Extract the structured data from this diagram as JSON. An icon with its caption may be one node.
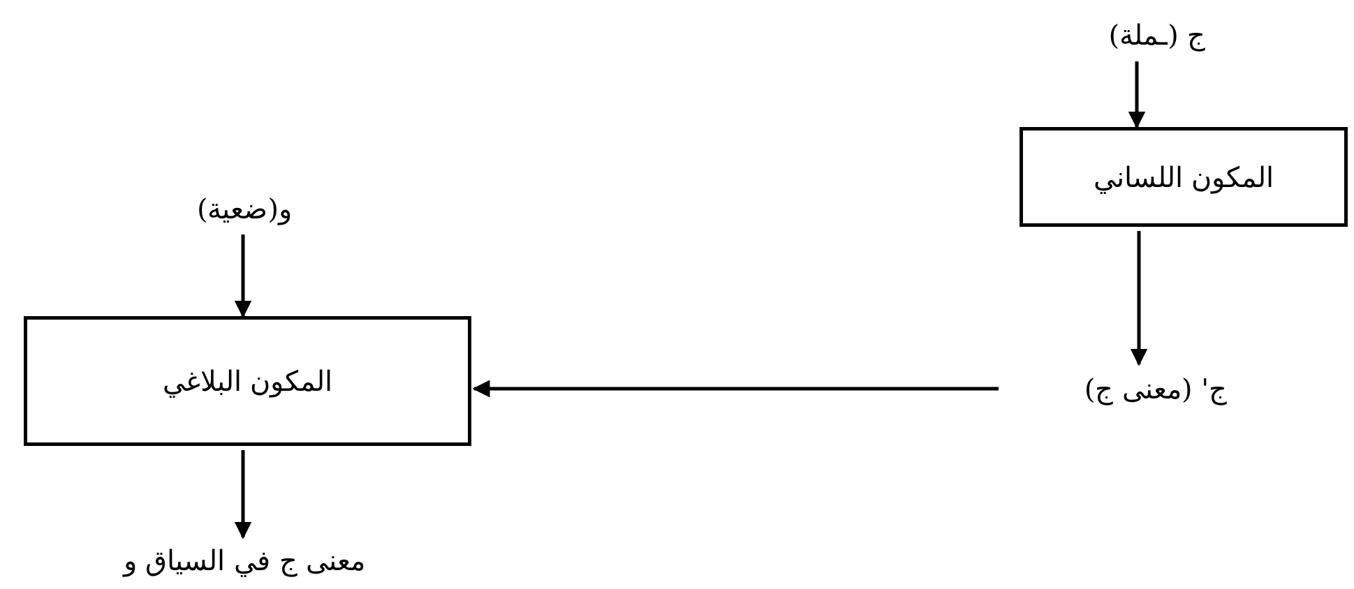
{
  "diagram": {
    "nodes": [
      {
        "text": [
          "ج (ـملة)"
        ]
      },
      {
        "text": [
          "المكون اللساني"
        ]
      },
      {
        "text": [
          "ج' (معنى ج)"
        ]
      },
      {
        "text": [
          "و(ضعية)"
        ]
      },
      {
        "text": [
          "المكون البلاغي"
        ]
      },
      {
        "text": [
          "معنى ج في السياق و"
        ]
      }
    ],
    "edges": [
      {
        "from": 0,
        "to": 1,
        "arrow": "to"
      },
      {
        "from": 1,
        "to": 2,
        "arrow": "to"
      },
      {
        "from": 2,
        "to": 4,
        "arrow": "to"
      },
      {
        "from": 3,
        "to": 4,
        "arrow": "to"
      },
      {
        "from": 4,
        "to": 5,
        "arrow": "to"
      }
    ]
  }
}
